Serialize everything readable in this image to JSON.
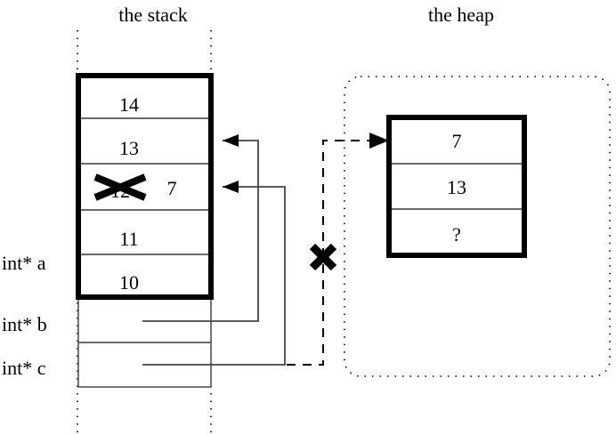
{
  "diagram": {
    "title_stack": "the stack",
    "title_heap": "the heap",
    "stack": {
      "boxed_cells": [
        {
          "value": "14",
          "struck": false
        },
        {
          "value": "13",
          "struck": false
        },
        {
          "value": "12",
          "struck": true,
          "replacement": "7"
        },
        {
          "value": "11",
          "struck": false
        },
        {
          "value": "10",
          "struck": false
        }
      ],
      "pointer_labels": [
        {
          "name": "int* a",
          "target": "boxed-region"
        },
        {
          "name": "int* b",
          "target": "stack-cell-13"
        },
        {
          "name": "int* c",
          "target": "stack-cell-12-7"
        }
      ]
    },
    "heap": {
      "cells": [
        {
          "value": "7"
        },
        {
          "value": "13"
        },
        {
          "value": "?"
        }
      ]
    },
    "annotations": {
      "struck_value_mark": "X",
      "severed_link_mark": "X",
      "replacement_value": "7",
      "unknown_value": "?"
    },
    "colors": {
      "ink": "#000000",
      "rule": "#555555",
      "background": "#ffffff"
    }
  }
}
